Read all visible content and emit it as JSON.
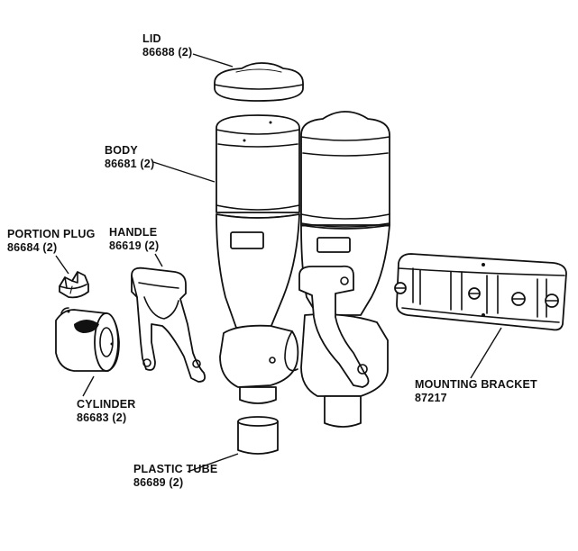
{
  "parts": [
    {
      "key": "lid",
      "name": "LID",
      "number": "86688 (2)"
    },
    {
      "key": "body",
      "name": "BODY",
      "number": "86681 (2)"
    },
    {
      "key": "portion_plug",
      "name": "PORTION PLUG",
      "number": "86684 (2)"
    },
    {
      "key": "handle",
      "name": "HANDLE",
      "number": "86619 (2)"
    },
    {
      "key": "cylinder",
      "name": "CYLINDER",
      "number": "86683 (2)"
    },
    {
      "key": "plastic_tube",
      "name": "PLASTIC TUBE",
      "number": "86689 (2)"
    },
    {
      "key": "mounting_bracket",
      "name": "MOUNTING BRACKET",
      "number": "87217"
    }
  ]
}
